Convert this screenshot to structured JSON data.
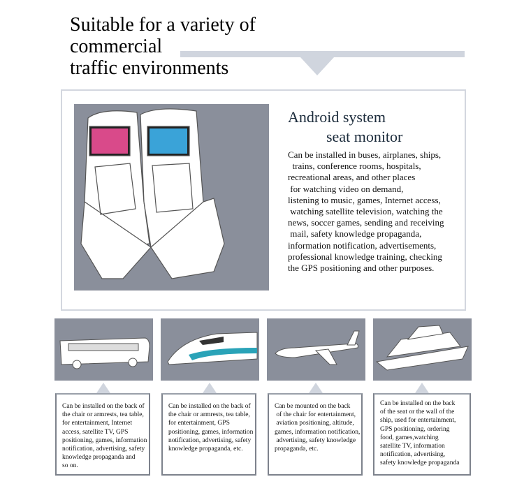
{
  "header": {
    "title": "Suitable for a variety of\ncommercial\ntraffic environments"
  },
  "feature": {
    "title": "Android system\n          seat monitor",
    "body": "Can be installed in buses, airplanes, ships,\n  trains, conference rooms, hospitals,\nrecreational areas, and other places\n for watching video on demand,\nlistening to music, games, Internet access,\n watching satellite television, watching the\nnews, soccer games, sending and receiving\n mail, safety knowledge propaganda,\ninformation notification, advertisements,\nprofessional knowledge training, checking\nthe GPS positioning and other purposes."
  },
  "vehicles": [
    {
      "name": "bus",
      "text": "Can be installed on the back of\nthe chair or armrests, tea table,\nfor entertainment, Internet\naccess, satellite TV, GPS\npositioning, games, information\nnotification, advertising, safety\nknowledge propaganda and\nso on."
    },
    {
      "name": "train",
      "text": "Can be installed on the back of\nthe chair or armrests, tea table,\nfor entertainment, GPS\npositioning, games, information\nnotification, advertising, safety\nknowledge propaganda, etc."
    },
    {
      "name": "airplane",
      "text": "Can be mounted on the back\n of the chair for entertainment,\n aviation positioning, altitude,\ngames, information notification,\n advertising, safety knowledge\npropaganda, etc."
    },
    {
      "name": "ship",
      "text": "Can be installed on the back\nof the seat or the wall of the\nship, used for entertainment,\nGPS positioning, ordering\nfood, games,watching\nsatellite TV, information\nnotification, advertising,\nsafety knowledge propaganda"
    }
  ]
}
